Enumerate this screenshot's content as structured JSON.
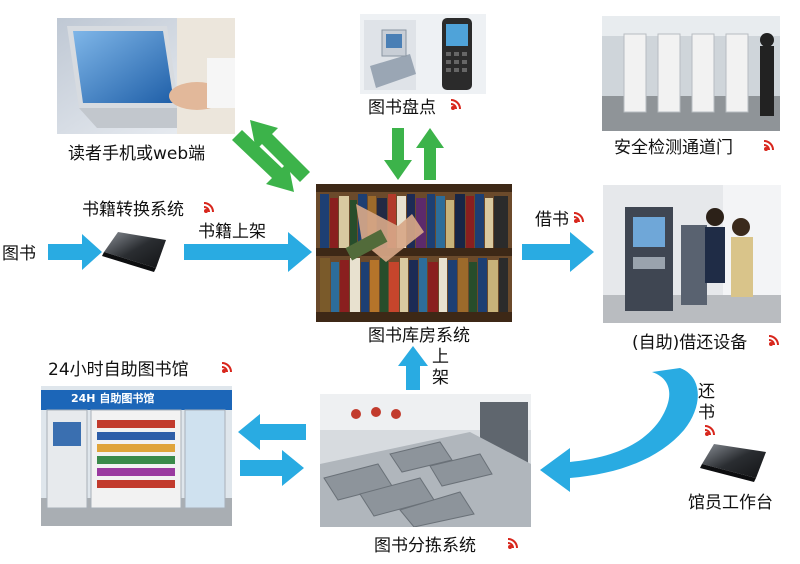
{
  "labels": {
    "reader_device": "读者手机或web端",
    "inventory": "图书盘点",
    "security_gate": "安全检测通道门",
    "conversion_system": "书籍转换系统",
    "books": "图书",
    "shelving": "书籍上架",
    "borrow": "借书",
    "warehouse_system": "图书库房系统",
    "shelve_vertical": [
      "上",
      "架"
    ],
    "self_service_device": "(自助)借还设备",
    "library_24h": "24小时自助图书馆",
    "return_book": [
      "还",
      "书"
    ],
    "staff_workstation": "馆员工作台",
    "sorting_system": "图书分拣系统"
  },
  "kiosk_sign": "24H 自助图书馆",
  "colors": {
    "arrow_blue": "#29abe2",
    "arrow_green": "#3cb34a",
    "rfid_red": "#d8261c"
  },
  "icons": {
    "rfid": "rfid-signal-icon",
    "reader": "rfid-reader-pad-icon"
  }
}
